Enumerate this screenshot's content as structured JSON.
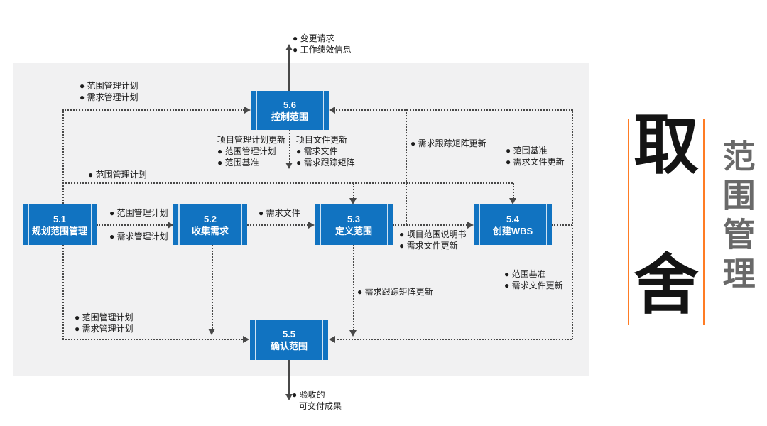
{
  "diagram": {
    "boxes": [
      {
        "id": "5.1",
        "name": "规划范围管理"
      },
      {
        "id": "5.2",
        "name": "收集需求"
      },
      {
        "id": "5.3",
        "name": "定义范围"
      },
      {
        "id": "5.4",
        "name": "创建WBS"
      },
      {
        "id": "5.5",
        "name": "确认范围"
      },
      {
        "id": "5.6",
        "name": "控制范围"
      }
    ],
    "labels": {
      "top_output": "● 变更请求\n● 工作绩效信息",
      "plans_to_56": "● 范围管理计划\n● 需求管理计划",
      "scope_plan_mid": "● 范围管理计划",
      "pm_plan_updates": "项目管理计划更新\n● 范围管理计划\n● 范围基准",
      "doc_updates": "项目文件更新\n● 需求文件\n● 需求跟踪矩阵",
      "rtm_update_top": "● 需求跟踪矩阵更新",
      "baseline_to_56": "● 范围基准\n● 需求文件更新",
      "plans_51_52_top": "● 范围管理计划",
      "plans_51_52_bottom": "● 需求管理计划",
      "req_docs": "● 需求文件",
      "scope_statement": "● 项目范围说明书\n● 需求文件更新",
      "baseline_to_55": "● 范围基准\n● 需求文件更新",
      "rtm_update_bottom": "● 需求跟踪矩阵更新",
      "plans_to_55": "● 范围管理计划\n● 需求管理计划",
      "accepted_deliverables": "● 验收的\n   可交付成果"
    }
  },
  "side_panel": {
    "char_top": "取",
    "char_bottom": "舍",
    "vertical_title": "范围管理"
  },
  "colors": {
    "process_box_blue": "#1173c1",
    "canvas_gray": "#f1f1f2",
    "connector_gray": "#484848",
    "accent_orange": "#ff7c24",
    "side_title_gray": "#696969"
  }
}
